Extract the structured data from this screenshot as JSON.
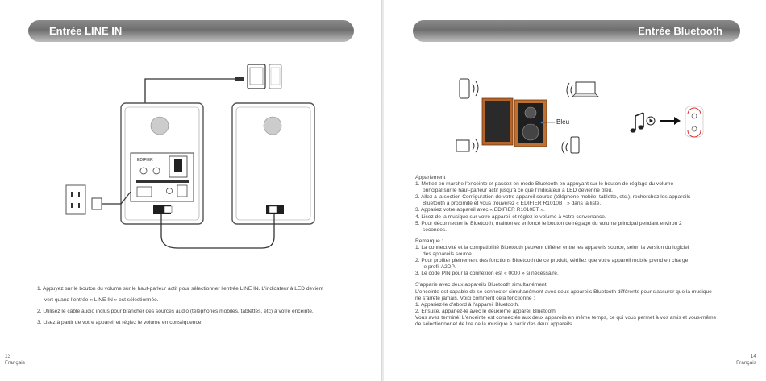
{
  "left_page": {
    "banner_title": "Entrée LINE IN",
    "steps": [
      {
        "line1": "1. Appuyez sur le bouton du volume sur le haut-parleur actif pour sélectionner l'entrée LINE IN. L'indicateur à LED devient",
        "line2": "vert quand l'entrée « LINE IN » est sélectionnée."
      },
      {
        "line1": "2. Utilisez le câble audio inclus pour brancher des sources audio (téléphones mobiles, tablettes, etc) à votre enceinte."
      },
      {
        "line1": "3. Lisez à partir de votre appareil et réglez le volume en conséquence."
      }
    ],
    "brand_on_panel": "EDIFIER",
    "page_number": "13",
    "language": "Français"
  },
  "right_page": {
    "banner_title": "Entrée Bluetooth",
    "speaker_label": "Bleu",
    "pairing": {
      "title": "Appariement",
      "lines": [
        "1. Mettez en marche l'enceinte et passez en mode Bluetooth en appuyant sur le bouton de réglage du volume",
        "principal sur le haut-parleur actif jusqu'à ce que l'indicateur à LED devienne bleu.",
        "2. Allez à la section Configuration de votre appareil source (téléphone mobile, tablette, etc.), recherchez les appareils",
        "Bluetooth à proximité et vous trouverez « EDIFIER R1010BT » dans la liste.",
        "3. Appariez votre appareil avec « EDIFIER R1010BT ».",
        "4. Lisez de la musique sur votre appareil et réglez le volume à votre convenance.",
        "5. Pour déconnecter le Bluetooth, maintenez enfoncé le bouton de réglage du volume principal pendant environ 2",
        "secondes."
      ]
    },
    "remark": {
      "title": "Remarque :",
      "lines": [
        "1. La connectivité et la compatibilité Bluetooth peuvent différer entre les appareils source, selon la version du logiciel",
        "des appareils source.",
        "2. Pour profiter pleinement des fonctions Bluetooth de ce produit, vérifiez que votre appareil mobile prend en charge",
        "le profil A2DP.",
        "3. Le code PIN pour la connexion est « 0000 » si nécessaire."
      ]
    },
    "dual": {
      "title": "S'apparie avec deux appareils Bluetooth simultanément",
      "lines": [
        "L'enceinte est capable de se connecter simultanément avec deux appareils Bluetooth différents pour s'assurer que la musique",
        "ne s'arrête jamais. Voici comment cela fonctionne :",
        "1. Appariez-le d'abord à l'appareil Bluetooth.",
        "2. Ensuite, appariez-le avec le deuxième appareil Bluetooth.",
        "Vous avez terminé. L'enceinte est connectée aux deux appareils en même temps, ce qui vous permet à vos amis et vous-même",
        "de sélectionner et de lire de la musique à partir des deux appareils."
      ]
    },
    "page_number": "14",
    "language": "Français"
  },
  "colors": {
    "banner": "#7a7a7a",
    "wood": "#b5652a",
    "speaker_black": "#1f1f1f"
  }
}
